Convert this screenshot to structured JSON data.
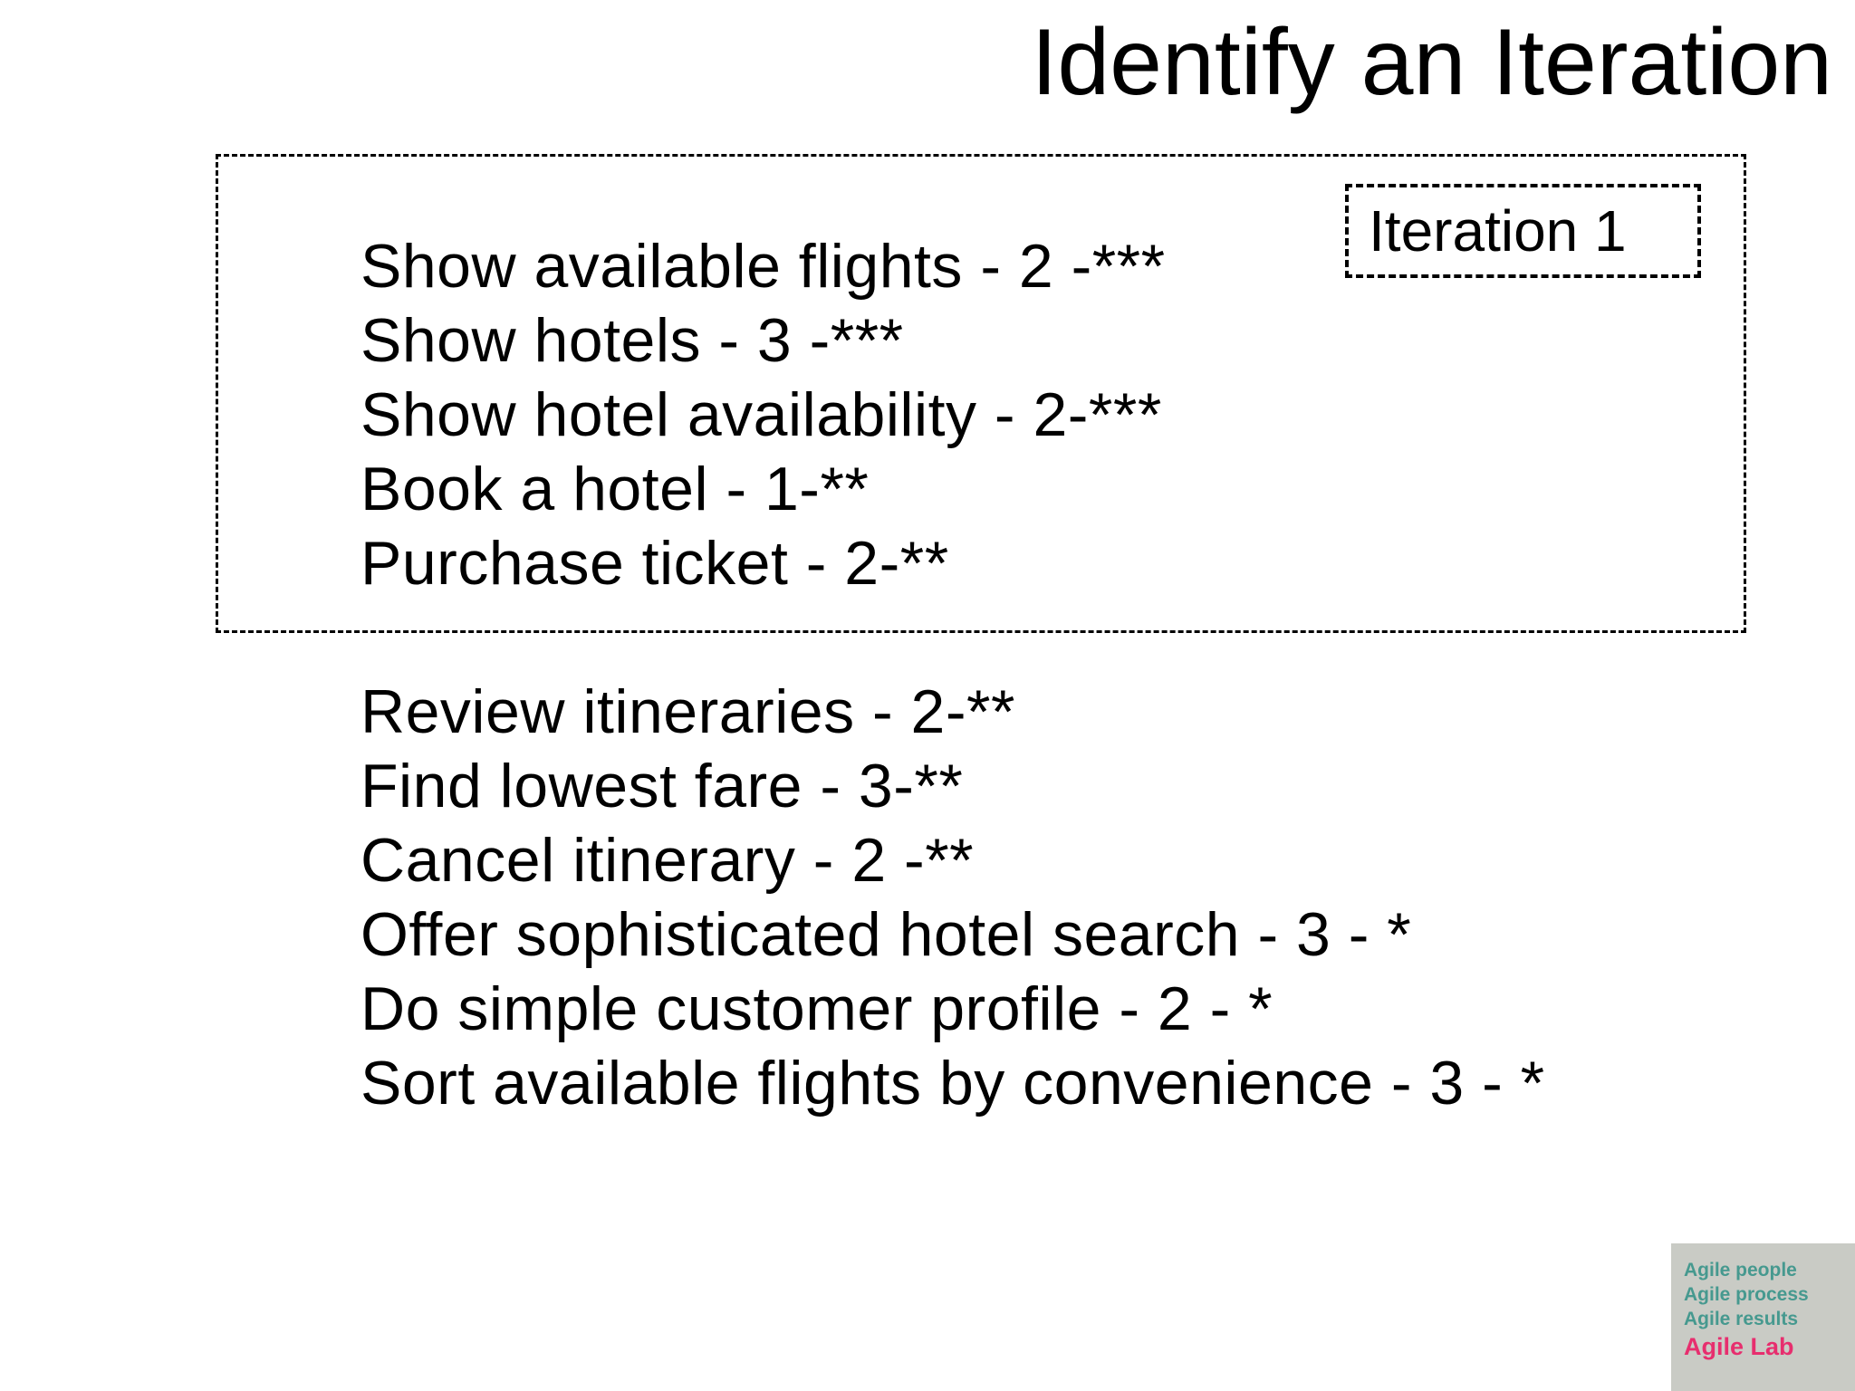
{
  "slide": {
    "title": "Identify an Iteration",
    "iteration_box": {
      "label": "Iteration 1",
      "items": [
        "Show available flights - 2 -***",
        "Show hotels - 3 -***",
        "Show hotel availability - 2-***",
        "Book a hotel - 1-**",
        "Purchase ticket - 2-**"
      ]
    },
    "backlog_items": [
      "Review itineraries - 2-**",
      "Find lowest fare - 3-**",
      "Cancel itinerary - 2 -**",
      "Offer sophisticated hotel search - 3 - *",
      "Do simple customer profile - 2 - *",
      "Sort available flights by convenience - 3 - *"
    ],
    "logo": {
      "lines": [
        "Agile people",
        "Agile process",
        "Agile results"
      ],
      "brand": "Agile Lab",
      "colors": {
        "teal": "#46998F",
        "pink": "#E72E6E",
        "background": "#C9CBC5"
      }
    },
    "colors": {
      "slide_background": "#FFFFFF",
      "text": "#000000"
    }
  }
}
